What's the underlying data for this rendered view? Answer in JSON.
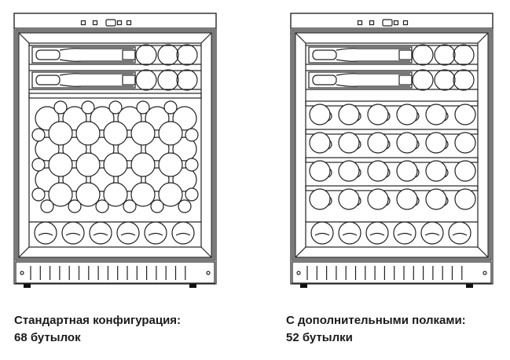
{
  "configurations": [
    {
      "id": "standard",
      "title": "Стандартная конфигурация:",
      "bottle_count": "68 бутылок",
      "layout": "standard"
    },
    {
      "id": "extra-shelves",
      "title": "С дополнительными полками:",
      "bottle_count": "52 бутылки",
      "layout": "extra_shelves"
    }
  ]
}
